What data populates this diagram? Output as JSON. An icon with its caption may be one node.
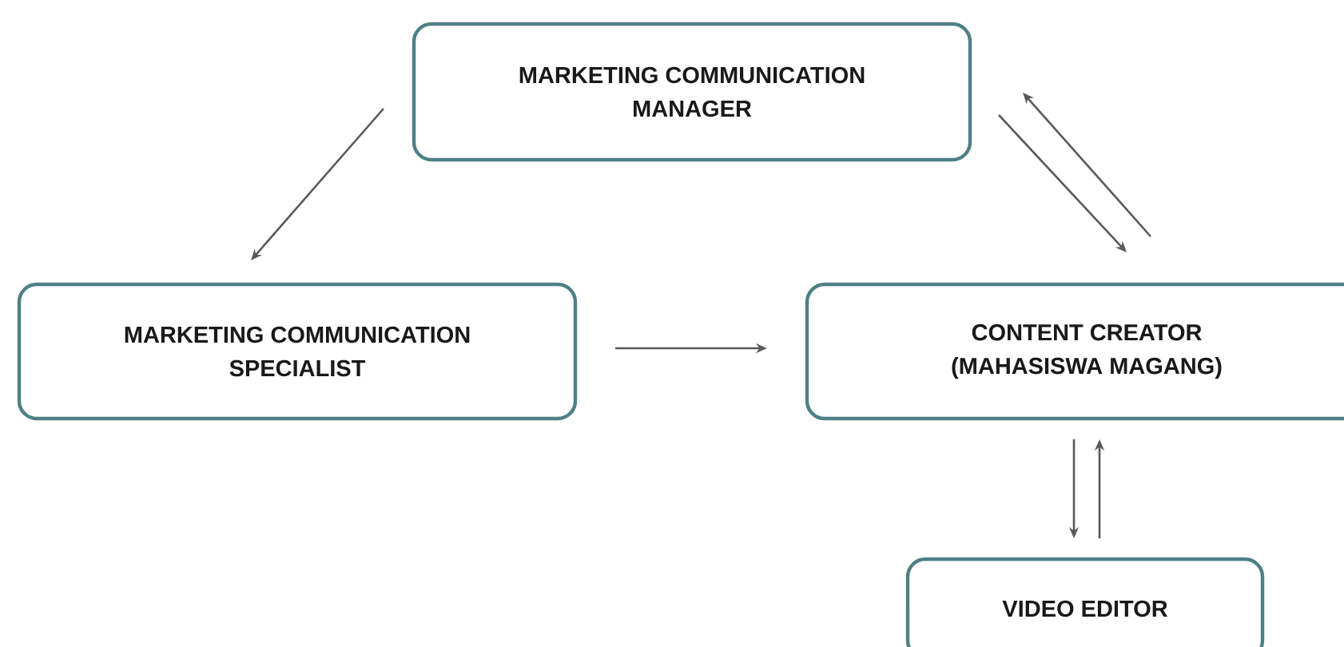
{
  "diagram": {
    "nodes": [
      {
        "text": [
          "MARKETING COMMUNICATION MANAGER"
        ]
      },
      {
        "text": [
          "MARKETING COMMUNICATION SPECIALIST"
        ]
      },
      {
        "text": [
          "CONTENT CREATOR (MAHASISWA MAGANG)"
        ]
      },
      {
        "text": [
          "VIDEO EDITOR"
        ]
      }
    ],
    "edges": [
      {
        "from": 0,
        "to": 1,
        "arrow": "to"
      },
      {
        "from": 1,
        "to": 2,
        "arrow": "to"
      },
      {
        "from": 0,
        "to": 2,
        "arrow": "to"
      },
      {
        "from": 2,
        "to": 0,
        "arrow": "to"
      },
      {
        "from": 2,
        "to": 3,
        "arrow": "to"
      },
      {
        "from": 3,
        "to": 2,
        "arrow": "to"
      }
    ]
  }
}
